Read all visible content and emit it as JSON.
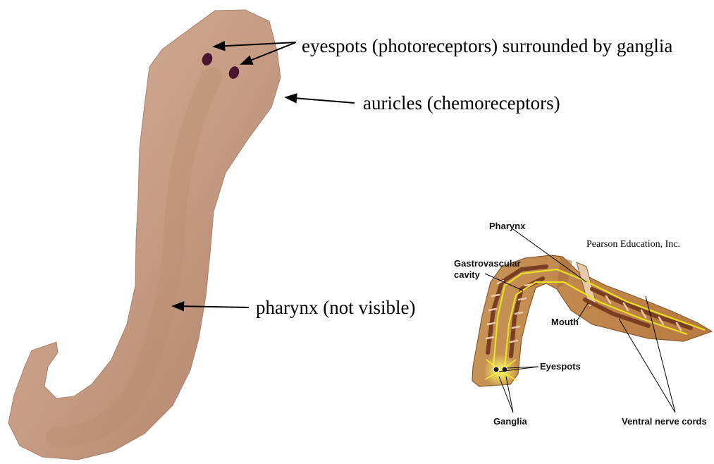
{
  "photo_labels": {
    "eyespots": "eyespots (photoreceptors) surrounded by ganglia",
    "auricles": "auricles (chemoreceptors)",
    "pharynx": "pharynx (not visible)"
  },
  "inset": {
    "credit": "Pearson Education, Inc.",
    "labels": {
      "pharynx": "Pharynx",
      "gastro_line1": "Gastrovascular",
      "gastro_line2": "cavity",
      "mouth": "Mouth",
      "eyespots": "Eyespots",
      "ganglia": "Ganglia",
      "nerve_cords": "Ventral nerve cords"
    }
  },
  "colors": {
    "body": "#c9a088",
    "inset_body": "#c48a4e",
    "gut": "#8b4a2c",
    "nerve": "#e8e020"
  }
}
